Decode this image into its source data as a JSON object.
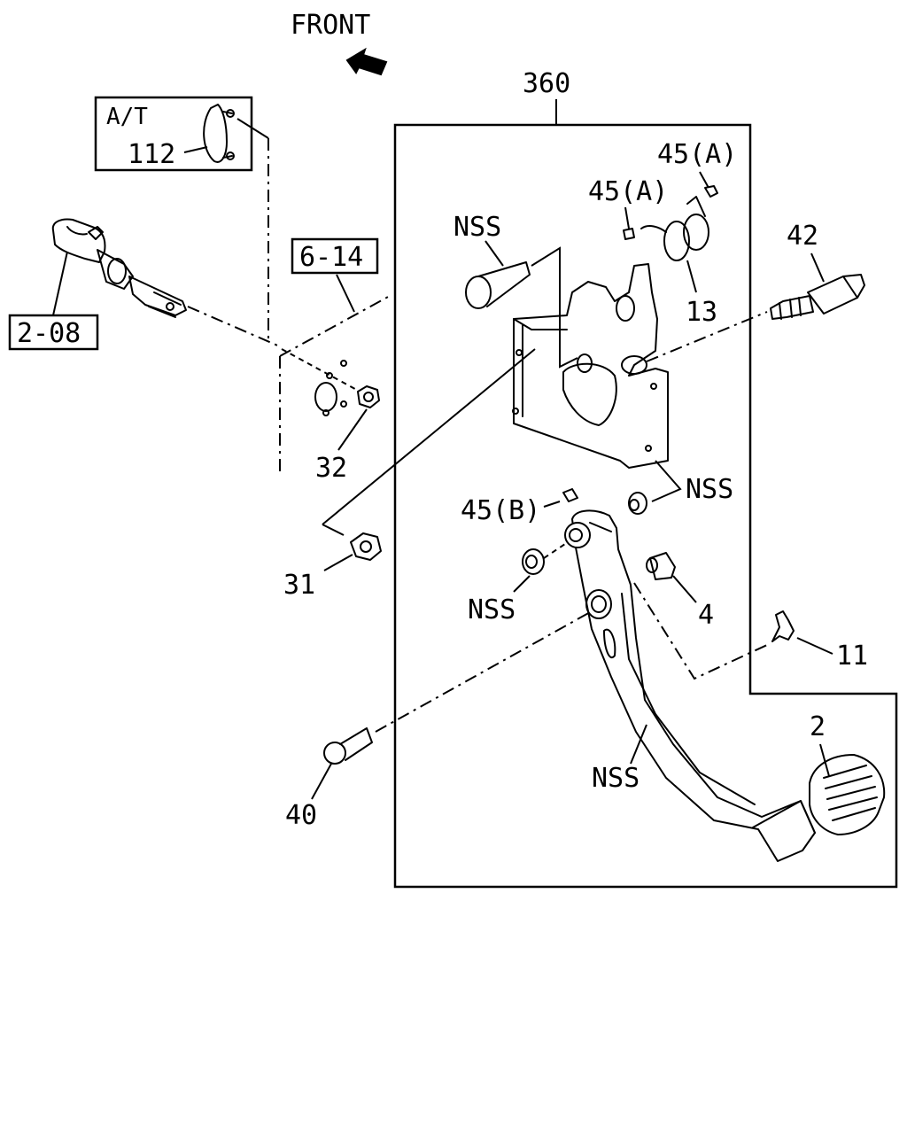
{
  "header": {
    "front_label": "FRONT"
  },
  "callouts": {
    "assembly": "360",
    "auto_trans": "A/T",
    "p112": "112",
    "ref_6_14": "6-14",
    "ref_2_08": "2-08",
    "p32": "32",
    "p31": "31",
    "p40": "40",
    "p42": "42",
    "p13": "13",
    "p45a_top": "45(A)",
    "p45a_mid": "45(A)",
    "p45b": "45(B)",
    "p4": "4",
    "p11": "11",
    "p2": "2",
    "nss_bolt": "NSS",
    "nss_bracket": "NSS",
    "nss_bushing": "NSS",
    "nss_pedal": "NSS"
  },
  "colors": {
    "ink": "#000000",
    "paper": "#ffffff"
  },
  "icons": {
    "front_arrow": "arrow-left-icon"
  }
}
